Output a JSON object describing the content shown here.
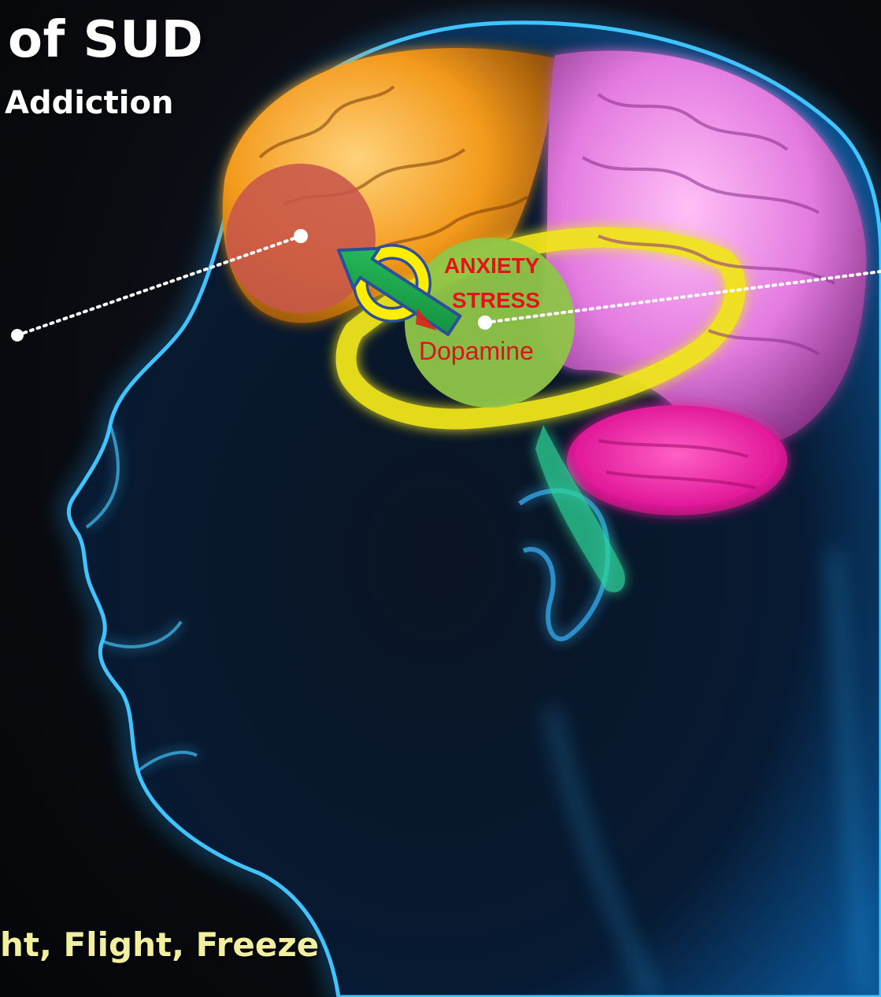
{
  "title": "of SUD",
  "subtitle": "Addiction",
  "bottom_caption": "ht, Flight, Freeze",
  "labels": {
    "anxiety": "ANXIETY",
    "stress": "STRESS",
    "dopamine": "Dopamine"
  },
  "colors": {
    "head_glow": "#1fa8ff",
    "frontal_lobe": "#f39a1c",
    "parietal_lobe": "#e37be0",
    "temporal_lobe": "#e9e21e",
    "cerebellum": "#e21a9a",
    "brainstem": "#3fe0a8",
    "prefrontal_marker": "#c8574b",
    "limbic_marker": "#8fc548",
    "arrow": "#1da64a",
    "ring": "#ffee00",
    "label_red": "#e3121b",
    "caption_yellow": "#f2f0a0"
  },
  "icons": [
    "brain-illustration",
    "prefrontal-circle",
    "limbic-circle",
    "green-arrow",
    "yellow-cycle-ring"
  ]
}
